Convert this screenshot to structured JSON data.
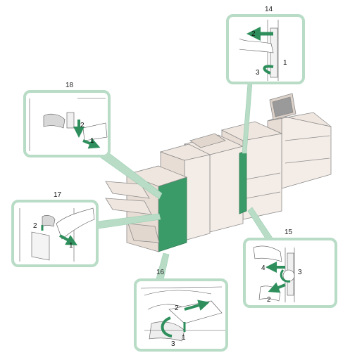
{
  "callouts": [
    {
      "id": "14",
      "label": "14",
      "steps": [
        "2",
        "1",
        "3"
      ]
    },
    {
      "id": "18",
      "label": "18",
      "steps": [
        "2",
        "1"
      ]
    },
    {
      "id": "17",
      "label": "17",
      "steps": [
        "2",
        "1"
      ]
    },
    {
      "id": "16",
      "label": "16",
      "steps": [
        "2",
        "1",
        "3"
      ]
    },
    {
      "id": "15",
      "label": "15",
      "steps": [
        "4",
        "3",
        "2"
      ]
    }
  ],
  "colors": {
    "highlight": "#3a9a68",
    "callout_border": "#b8dcc6",
    "arrow": "#2e8f5c",
    "machine_fill": "#f4ece6",
    "machine_stroke": "#8c8c8c"
  }
}
